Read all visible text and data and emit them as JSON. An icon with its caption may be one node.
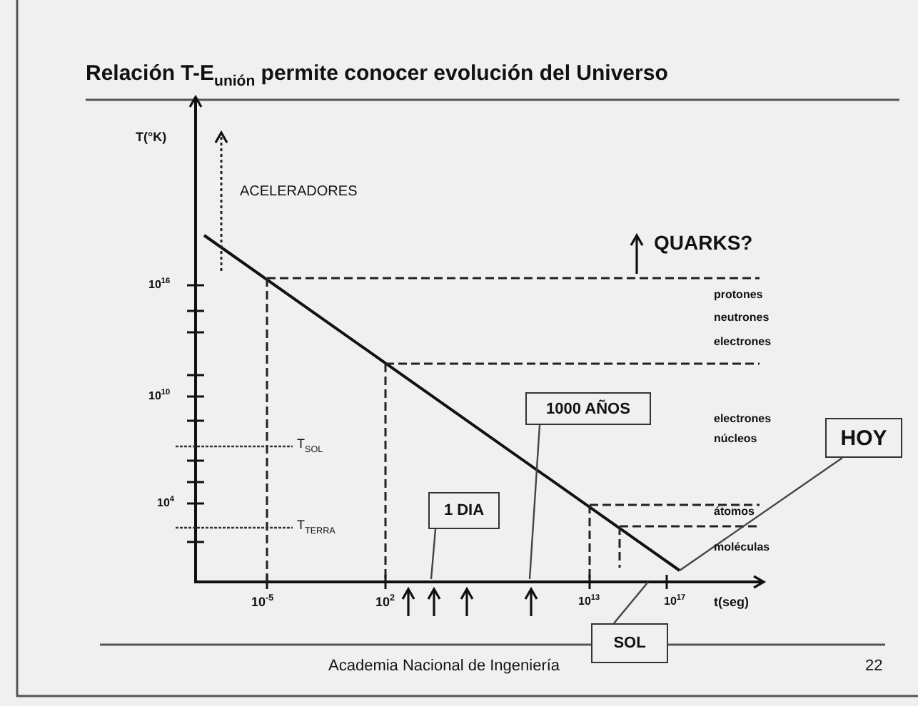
{
  "diagram": {
    "title": "Relación T-E$_{unión}$ permite conocer evolución del Universo",
    "nodes": [
      {
        "text": [
          "1 DIA"
        ]
      },
      {
        "text": [
          "1000 AÑOS"
        ]
      },
      {
        "text": [
          "HOY"
        ]
      },
      {
        "text": [
          "SOL"
        ]
      }
    ],
    "edges": [
      {
        "from": 0,
        "to": null,
        "arrow": "none"
      },
      {
        "from": 1,
        "to": null,
        "arrow": "none"
      },
      {
        "from": 2,
        "to": null,
        "arrow": "none"
      },
      {
        "from": 3,
        "to": null,
        "arrow": "none"
      }
    ],
    "labels": [
      "T(°K)",
      "ACELERADORES",
      "QUARKS?",
      "10$^{16}$",
      "protones",
      "neutrones",
      "electrones",
      "10$^{10}$",
      "T$_{SOL}$",
      "electrones",
      "núcleos",
      "10$^{4}$",
      "T$_{TERRA}$",
      "átomos",
      "moléculas",
      "10$^{-5}$",
      "10$^{2}$",
      "10$^{13}$",
      "10$^{17}$",
      "t(seg)",
      "Academia Nacional de Ingeniería",
      "22"
    ]
  }
}
